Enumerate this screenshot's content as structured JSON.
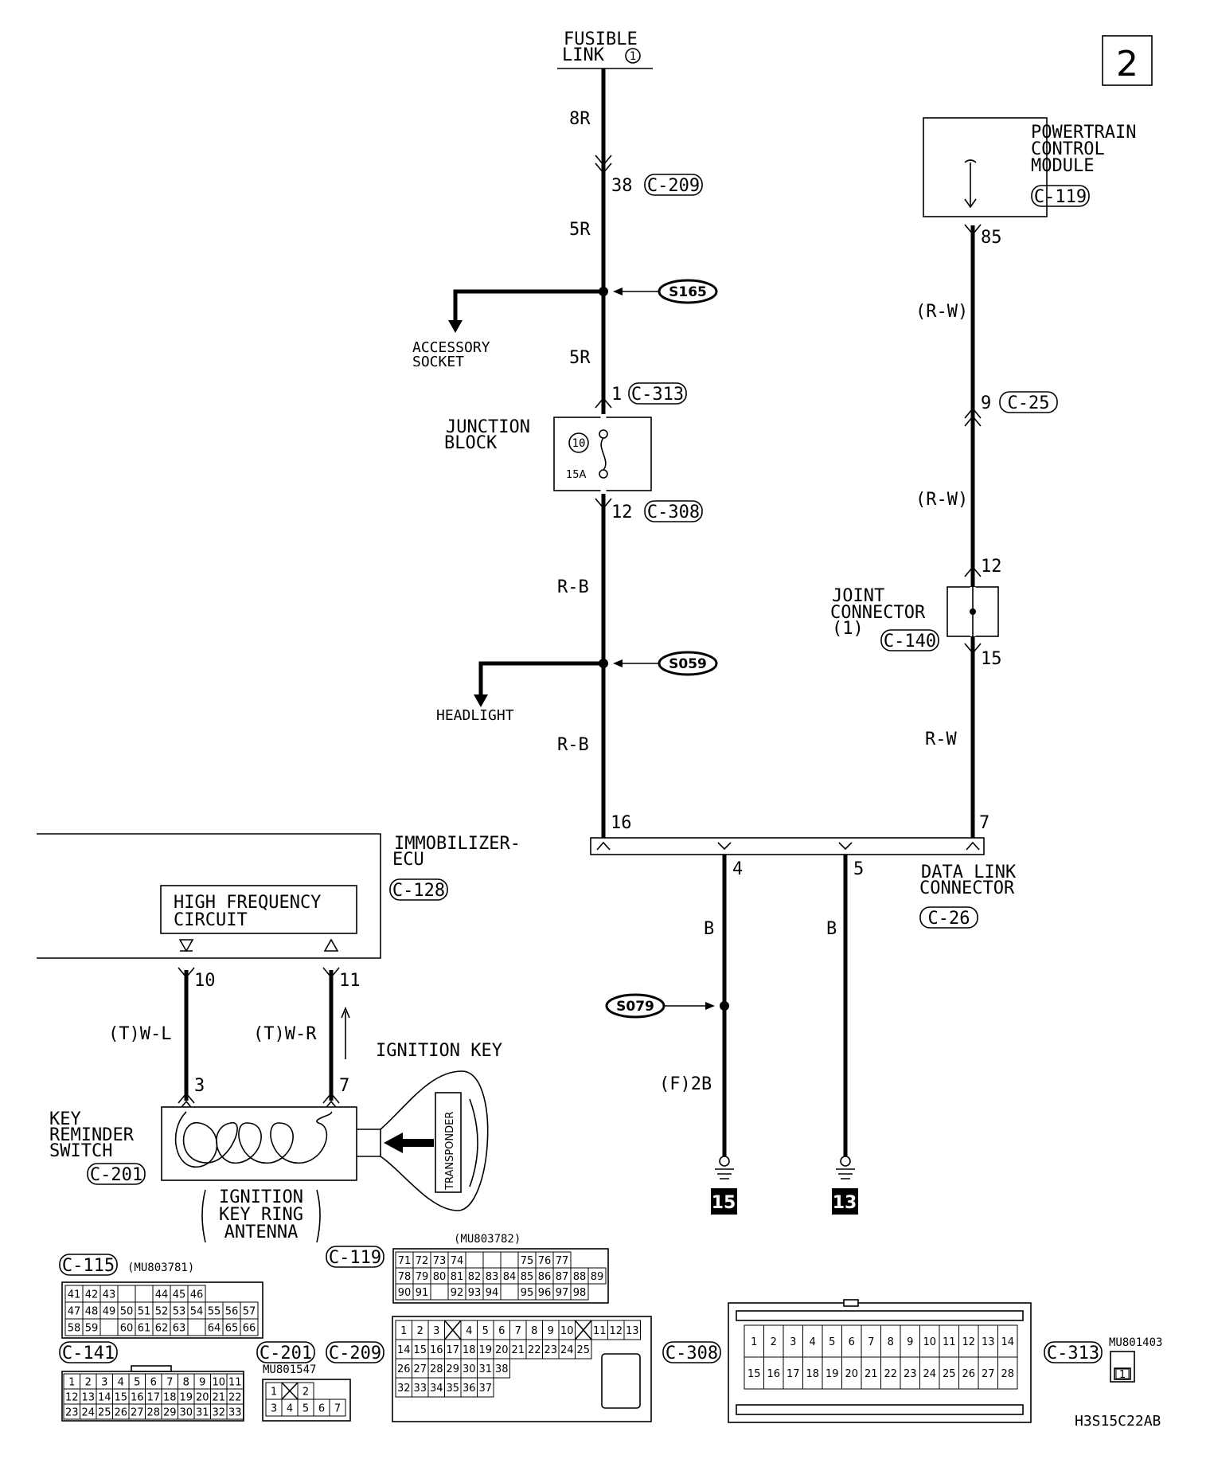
{
  "page_number": "2",
  "fusible_link": {
    "line1": "FUSIBLE",
    "line2": "LINK",
    "num": "1"
  },
  "wires": {
    "w8R": "8R",
    "w5R_a": "5R",
    "w5R_b": "5R",
    "wRB_a": "R-B",
    "wRB_b": "R-B",
    "wRW_a": "(R-W)",
    "wRW_b": "(R-W)",
    "wRW_c": "R-W",
    "wTWL": "(T)W-L",
    "wTWR": "(T)W-R",
    "wB4": "B",
    "wB5": "B",
    "wF2B": "(F)2B"
  },
  "pins": {
    "p38": "38",
    "p1": "1",
    "p12a": "12",
    "p85": "85",
    "p9": "9",
    "p12b": "12",
    "p15": "15",
    "p16": "16",
    "p7a": "7",
    "p4": "4",
    "p5": "5",
    "p10": "10",
    "p11": "11",
    "p3": "3",
    "p7b": "7"
  },
  "connectors": {
    "c209": "C-209",
    "c313": "C-313",
    "c308": "C-308",
    "c119": "C-119",
    "c25": "C-25",
    "c140": "C-140",
    "c128": "C-128",
    "c26": "C-26",
    "c201": "C-201",
    "c115": "C-115",
    "c141": "C-141"
  },
  "splices": {
    "s165": "S165",
    "s059": "S059",
    "s079": "S079"
  },
  "labels": {
    "accessory1": "ACCESSORY",
    "accessory2": "SOCKET",
    "headlight": "HEADLIGHT",
    "junction1": "JUNCTION",
    "junction2": "BLOCK",
    "fuse_num": "10",
    "fuse_amp": "15A",
    "pcm1": "POWERTRAIN",
    "pcm2": "CONTROL",
    "pcm3": "MODULE",
    "joint1": "JOINT",
    "joint2": "CONNECTOR",
    "joint3": "(1)",
    "immo1": "IMMOBILIZER-",
    "immo2": "ECU",
    "hf1": "HIGH FREQUENCY",
    "hf2": "CIRCUIT",
    "dlc1": "DATA LINK",
    "dlc2": "CONNECTOR",
    "key1": "KEY",
    "key2": "REMINDER",
    "key3": "SWITCH",
    "ant1": "IGNITION",
    "ant2": "KEY RING",
    "ant3": "ANTENNA",
    "ignition_key": "IGNITION KEY",
    "transponder": "TRANSPONDER",
    "ground15": "15",
    "ground13": "13",
    "part_c115": "(MU803781)",
    "part_c119": "(MU803782)",
    "part_c201": "MU801547",
    "part_c313": "MU801403",
    "diagram_id": "H3S15C22AB"
  },
  "grids": {
    "c115": [
      [
        "41",
        "42",
        "43",
        "",
        "",
        "44",
        "45",
        "46"
      ],
      [
        "47",
        "48",
        "49",
        "50",
        "51",
        "52",
        "53",
        "54",
        "55",
        "56",
        "57"
      ],
      [
        "58",
        "59",
        "",
        "60",
        "61",
        "62",
        "63",
        "",
        "64",
        "65",
        "66"
      ]
    ],
    "c119": [
      [
        "71",
        "72",
        "73",
        "74",
        "",
        "",
        "",
        "75",
        "76",
        "77"
      ],
      [
        "78",
        "79",
        "80",
        "81",
        "82",
        "83",
        "84",
        "85",
        "86",
        "87",
        "88",
        "89"
      ],
      [
        "90",
        "91",
        "",
        "92",
        "93",
        "94",
        "",
        "95",
        "96",
        "97",
        "98"
      ]
    ],
    "c141": [
      [
        "1",
        "2",
        "3",
        "4",
        "5",
        "6",
        "7",
        "8",
        "9",
        "10",
        "11"
      ],
      [
        "12",
        "13",
        "14",
        "15",
        "16",
        "17",
        "18",
        "19",
        "20",
        "21",
        "22"
      ],
      [
        "23",
        "24",
        "25",
        "26",
        "27",
        "28",
        "29",
        "30",
        "31",
        "32",
        "33"
      ]
    ],
    "c201": [
      [
        "1",
        "X",
        "2"
      ],
      [
        "3",
        "4",
        "5",
        "6",
        "7"
      ]
    ],
    "c209": [
      [
        "1",
        "2",
        "3",
        "X",
        "4",
        "5",
        "6",
        "7",
        "8",
        "9",
        "10",
        "X",
        "11",
        "12",
        "13"
      ],
      [
        "14",
        "15",
        "16",
        "17",
        "18",
        "19",
        "20",
        "21",
        "22",
        "23",
        "24",
        "25"
      ],
      [
        "26",
        "27",
        "28",
        "29",
        "30",
        "31",
        "38"
      ],
      [
        "32",
        "33",
        "34",
        "35",
        "36",
        "37"
      ]
    ],
    "c308": [
      [
        "1",
        "2",
        "3",
        "4",
        "5",
        "6",
        "7",
        "8",
        "9",
        "10",
        "11",
        "12",
        "13",
        "14"
      ],
      [
        "15",
        "16",
        "17",
        "18",
        "19",
        "20",
        "21",
        "22",
        "23",
        "24",
        "25",
        "26",
        "27",
        "28"
      ]
    ],
    "c313": [
      [
        "1"
      ]
    ]
  }
}
